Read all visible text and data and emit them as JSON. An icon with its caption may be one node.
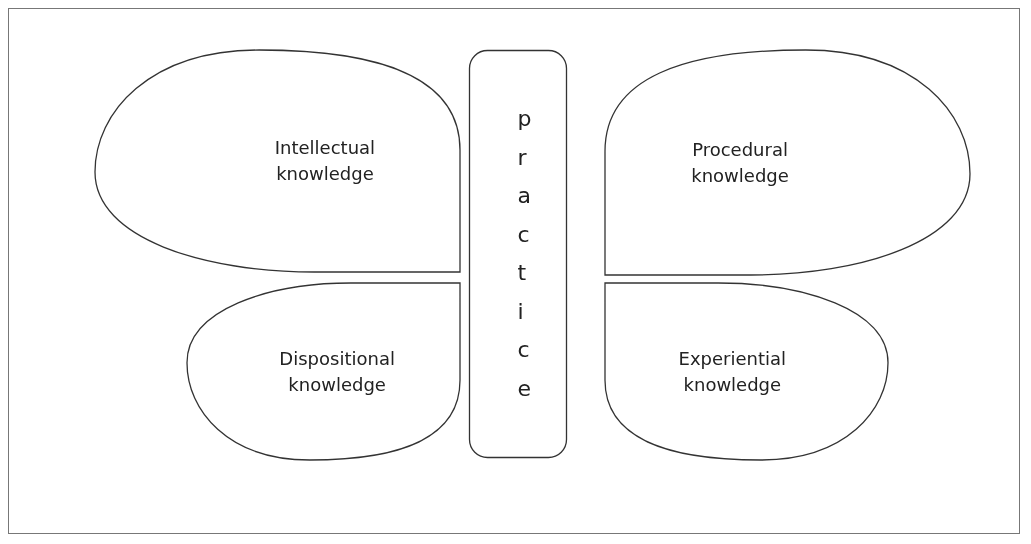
{
  "diagram": {
    "nodes": [
      {
        "text": [
          "Intellectual knowledge"
        ]
      },
      {
        "text": [
          "practice"
        ]
      },
      {
        "text": [
          "Procedural knowledge"
        ]
      },
      {
        "text": [
          "Dispositional knowledge"
        ]
      },
      {
        "text": [
          "Experiential knowledge"
        ]
      }
    ],
    "edges": []
  }
}
